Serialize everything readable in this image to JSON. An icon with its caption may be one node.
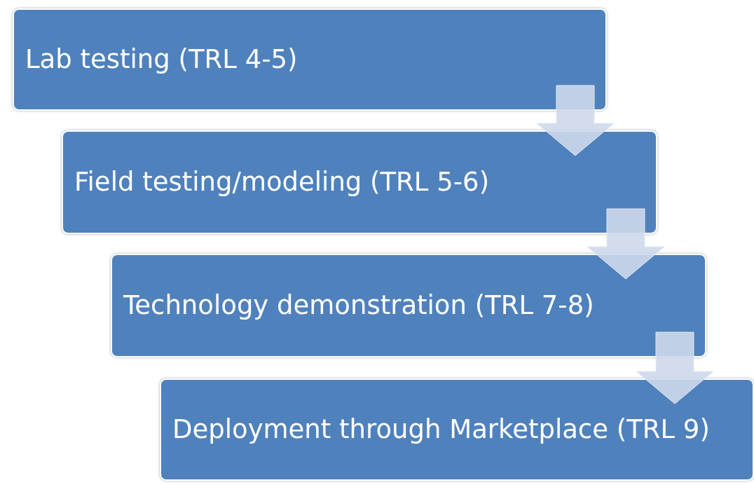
{
  "diagram": {
    "nodes": [
      {
        "text": [
          "Lab testing (TRL 4-5)"
        ]
      },
      {
        "text": [
          "Field testing/modeling (TRL 5-6)"
        ]
      },
      {
        "text": [
          "Technology demonstration (TRL 7-8)"
        ]
      },
      {
        "text": [
          "Deployment through Marketplace (TRL 9)"
        ]
      }
    ],
    "edges": [
      {
        "from": 0,
        "to": 1,
        "arrow": "to"
      },
      {
        "from": 1,
        "to": 2,
        "arrow": "to"
      },
      {
        "from": 2,
        "to": 3,
        "arrow": "to"
      }
    ]
  }
}
